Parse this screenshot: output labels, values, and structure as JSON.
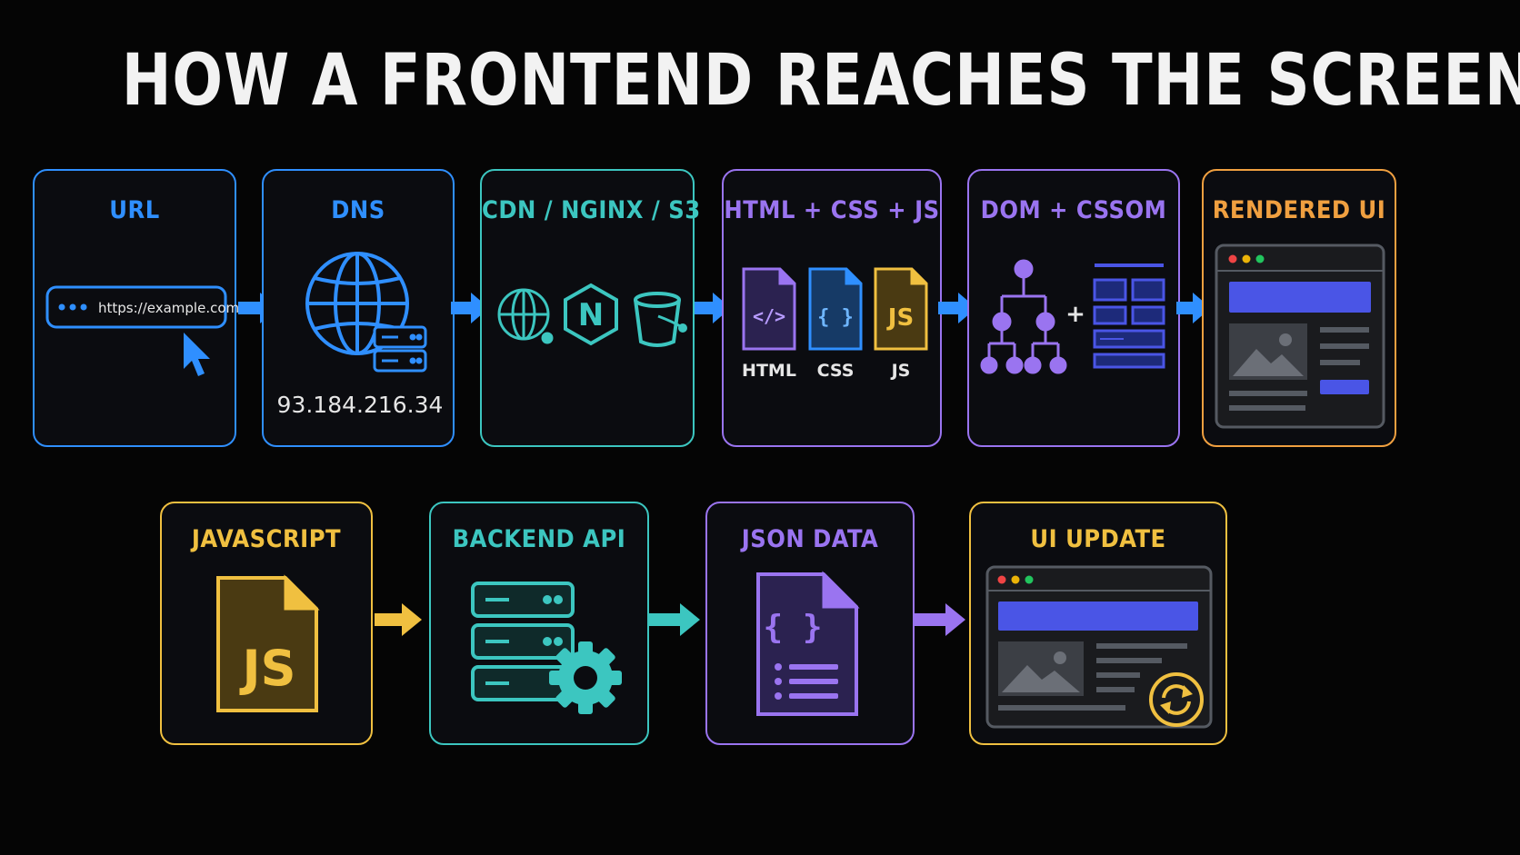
{
  "title": "HOW A FRONTEND REACHES THE SCREEN",
  "colors": {
    "blue": "#2f8fff",
    "teal": "#3cc6c0",
    "purple": "#9a74f0",
    "orange": "#f0a040",
    "yellow": "#f0c040",
    "indigo": "#4a55e6"
  },
  "row1": [
    {
      "label": "URL",
      "url": "https://example.com"
    },
    {
      "label": "DNS",
      "ip": "93.184.216.34"
    },
    {
      "label": "CDN / NGINX / S3"
    },
    {
      "label": "HTML + CSS + JS",
      "files": [
        "HTML",
        "CSS",
        "JS"
      ]
    },
    {
      "label": "DOM + CSSOM",
      "plus": "+"
    },
    {
      "label": "RENDERED UI"
    }
  ],
  "row2": [
    {
      "label": "JAVASCRIPT",
      "icon_text": "JS"
    },
    {
      "label": "BACKEND API"
    },
    {
      "label": "JSON DATA"
    },
    {
      "label": "UI UPDATE"
    }
  ],
  "icons": {
    "nginx_letter": "N",
    "js_file_text": "JS",
    "css_file_text": "{ }",
    "html_file_text": "</>",
    "json_file_text": "{ }"
  }
}
